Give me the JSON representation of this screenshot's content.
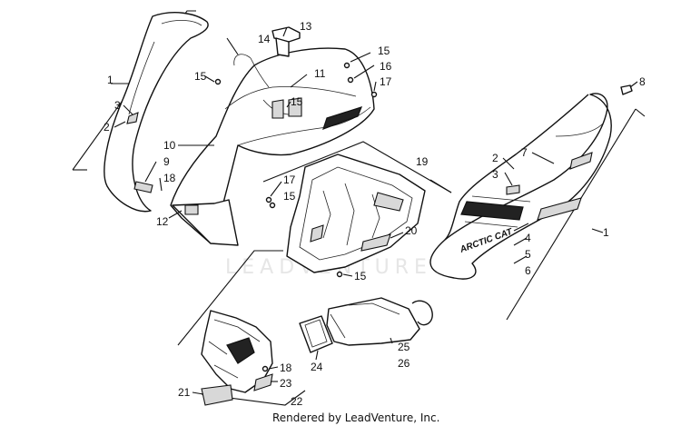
{
  "callouts": [
    {
      "id": "c1a",
      "label": "1"
    },
    {
      "id": "c3a",
      "label": "3"
    },
    {
      "id": "c2a",
      "label": "2"
    },
    {
      "id": "c9",
      "label": "9"
    },
    {
      "id": "c18a",
      "label": "18"
    },
    {
      "id": "c13",
      "label": "13"
    },
    {
      "id": "c14",
      "label": "14"
    },
    {
      "id": "c15a",
      "label": "15"
    },
    {
      "id": "c11",
      "label": "11"
    },
    {
      "id": "c15b",
      "label": "15"
    },
    {
      "id": "c15c",
      "label": "15"
    },
    {
      "id": "c16",
      "label": "16"
    },
    {
      "id": "c17a",
      "label": "17"
    },
    {
      "id": "c10",
      "label": "10"
    },
    {
      "id": "c12",
      "label": "12"
    },
    {
      "id": "c17b",
      "label": "17"
    },
    {
      "id": "c15d",
      "label": "15"
    },
    {
      "id": "c19",
      "label": "19"
    },
    {
      "id": "c20",
      "label": "20"
    },
    {
      "id": "c15e",
      "label": "15"
    },
    {
      "id": "c8",
      "label": "8"
    },
    {
      "id": "c7",
      "label": "7"
    },
    {
      "id": "c2b",
      "label": "2"
    },
    {
      "id": "c3b",
      "label": "3"
    },
    {
      "id": "c1b",
      "label": "1"
    },
    {
      "id": "c4",
      "label": "4"
    },
    {
      "id": "c5",
      "label": "5"
    },
    {
      "id": "c6",
      "label": "6"
    },
    {
      "id": "c25",
      "label": "25"
    },
    {
      "id": "c26",
      "label": "26"
    },
    {
      "id": "c24",
      "label": "24"
    },
    {
      "id": "c18b",
      "label": "18"
    },
    {
      "id": "c23",
      "label": "23"
    },
    {
      "id": "c21",
      "label": "21"
    },
    {
      "id": "c22",
      "label": "22"
    }
  ],
  "panel_brand": "ARCTIC CAT",
  "watermark": "LEADVENTURE",
  "footer": "Rendered by LeadVenture, Inc."
}
